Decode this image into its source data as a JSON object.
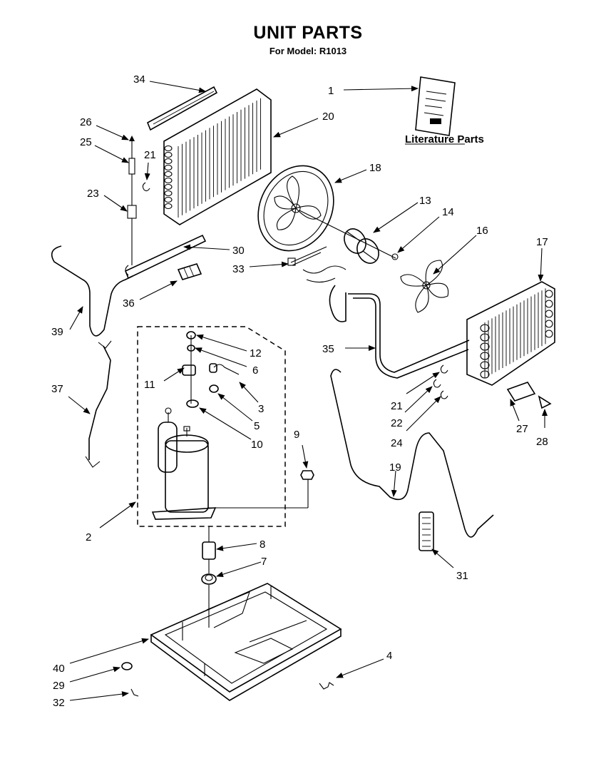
{
  "header": {
    "title": "UNIT PARTS",
    "subtitle": "For Model: R1013"
  },
  "literature_label": "Literature Parts",
  "callouts": [
    {
      "key": "c1",
      "label": "1"
    },
    {
      "key": "c2",
      "label": "2"
    },
    {
      "key": "c3",
      "label": "3"
    },
    {
      "key": "c4",
      "label": "4"
    },
    {
      "key": "c5",
      "label": "5"
    },
    {
      "key": "c6",
      "label": "6"
    },
    {
      "key": "c7",
      "label": "7"
    },
    {
      "key": "c8",
      "label": "8"
    },
    {
      "key": "c9",
      "label": "9"
    },
    {
      "key": "c10",
      "label": "10"
    },
    {
      "key": "c11",
      "label": "11"
    },
    {
      "key": "c12",
      "label": "12"
    },
    {
      "key": "c13",
      "label": "13"
    },
    {
      "key": "c14",
      "label": "14"
    },
    {
      "key": "c16",
      "label": "16"
    },
    {
      "key": "c17",
      "label": "17"
    },
    {
      "key": "c18",
      "label": "18"
    },
    {
      "key": "c19",
      "label": "19"
    },
    {
      "key": "c20",
      "label": "20"
    },
    {
      "key": "c21a",
      "label": "21"
    },
    {
      "key": "c21b",
      "label": "21"
    },
    {
      "key": "c22",
      "label": "22"
    },
    {
      "key": "c23",
      "label": "23"
    },
    {
      "key": "c24",
      "label": "24"
    },
    {
      "key": "c25",
      "label": "25"
    },
    {
      "key": "c26",
      "label": "26"
    },
    {
      "key": "c27",
      "label": "27"
    },
    {
      "key": "c28",
      "label": "28"
    },
    {
      "key": "c29",
      "label": "29"
    },
    {
      "key": "c30",
      "label": "30"
    },
    {
      "key": "c31",
      "label": "31"
    },
    {
      "key": "c32",
      "label": "32"
    },
    {
      "key": "c33",
      "label": "33"
    },
    {
      "key": "c34",
      "label": "34"
    },
    {
      "key": "c35",
      "label": "35"
    },
    {
      "key": "c36",
      "label": "36"
    },
    {
      "key": "c37",
      "label": "37"
    },
    {
      "key": "c39",
      "label": "39"
    },
    {
      "key": "c40",
      "label": "40"
    }
  ]
}
